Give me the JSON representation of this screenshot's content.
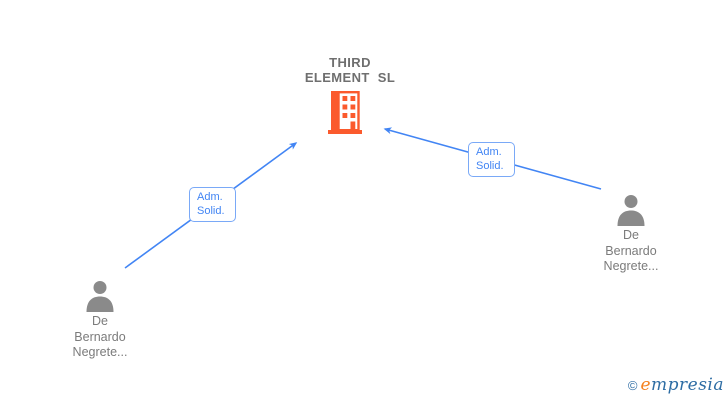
{
  "diagram": {
    "type": "corporate-relationship-graph",
    "colors": {
      "edge_blue": "#4285f4",
      "edge_label_border": "#7aa9f7",
      "building_orange": "#fb5a2d",
      "person_gray": "#8a8a8a",
      "company_title_gray": "#6f6f6f",
      "person_name_gray": "#7b7b7b",
      "logo_blue": "#2e6da4",
      "logo_orange": "#f5821f"
    }
  },
  "company": {
    "name": "THIRD ELEMENT SL",
    "lines": [
      "THIRD",
      "ELEMENT  SL"
    ],
    "icon": "building-icon"
  },
  "shareholders": [
    {
      "name": "De Bernardo Negrete...",
      "lines": [
        "De",
        "Bernardo",
        "Negrete..."
      ],
      "icon": "person-icon",
      "position": "bottom-left"
    },
    {
      "name": "De Bernardo Negrete...",
      "lines": [
        "De",
        "Bernardo",
        "Negrete..."
      ],
      "icon": "person-icon",
      "position": "right"
    }
  ],
  "edges": [
    {
      "label": "Adm. Solid.",
      "label_lines": [
        "Adm.",
        "Solid."
      ],
      "from": "shareholder-bottom-left",
      "to": "company",
      "arrow": "points-to-company"
    },
    {
      "label": "Adm. Solid.",
      "label_lines": [
        "Adm.",
        "Solid."
      ],
      "from": "shareholder-right",
      "to": "company",
      "arrow": "points-to-company"
    }
  ],
  "watermark": {
    "symbol": "©",
    "brand": "empresia",
    "brand_first_letter": "e",
    "brand_rest": "mpresia"
  }
}
